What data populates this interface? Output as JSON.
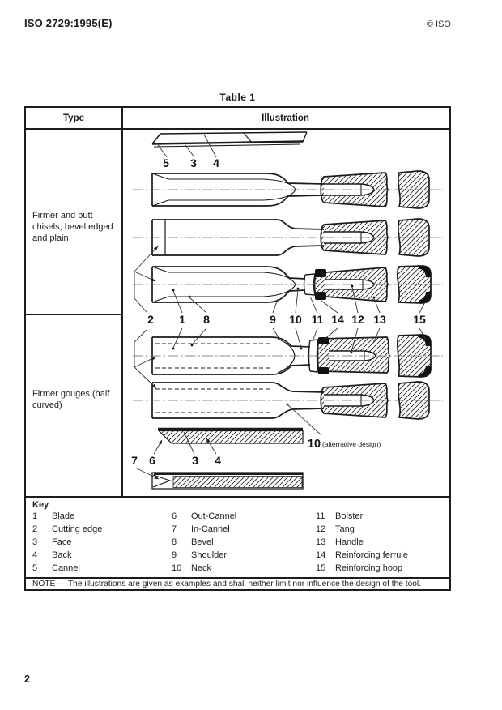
{
  "header": {
    "doc_ref": "ISO 2729:1995(E)",
    "copyright": "© ISO"
  },
  "footer": {
    "page_number": "2"
  },
  "table": {
    "title": "Table 1",
    "col_type": "Type",
    "col_illustration": "Illustration",
    "row_types": [
      "Firmer and butt chisels, bevel edged and plain",
      "Firmer gouges (half curved)"
    ],
    "note": "NOTE — The illustrations are given as examples and shall neither limit nor influence the design of the tool."
  },
  "illustration": {
    "top_labels": [
      "5",
      "3",
      "4"
    ],
    "mid_labels": [
      "2",
      "1",
      "8",
      "9",
      "10",
      "11",
      "14",
      "12",
      "13",
      "15"
    ],
    "alt_label_num": "10",
    "alt_label_text": "(alternative design)",
    "bottom_labels": [
      "7",
      "6",
      "3",
      "4"
    ]
  },
  "key": {
    "title": "Key",
    "items": [
      {
        "num": "1",
        "label": "Blade"
      },
      {
        "num": "2",
        "label": "Cutting edge"
      },
      {
        "num": "3",
        "label": "Face"
      },
      {
        "num": "4",
        "label": "Back"
      },
      {
        "num": "5",
        "label": "Cannel"
      },
      {
        "num": "6",
        "label": "Out-Cannel"
      },
      {
        "num": "7",
        "label": "In-Cannel"
      },
      {
        "num": "8",
        "label": "Bevel"
      },
      {
        "num": "9",
        "label": "Shoulder"
      },
      {
        "num": "10",
        "label": "Neck"
      },
      {
        "num": "11",
        "label": "Bolster"
      },
      {
        "num": "12",
        "label": "Tang"
      },
      {
        "num": "13",
        "label": "Handle"
      },
      {
        "num": "14",
        "label": "Reinforcing ferrule"
      },
      {
        "num": "15",
        "label": "Reinforcing hoop"
      }
    ]
  }
}
